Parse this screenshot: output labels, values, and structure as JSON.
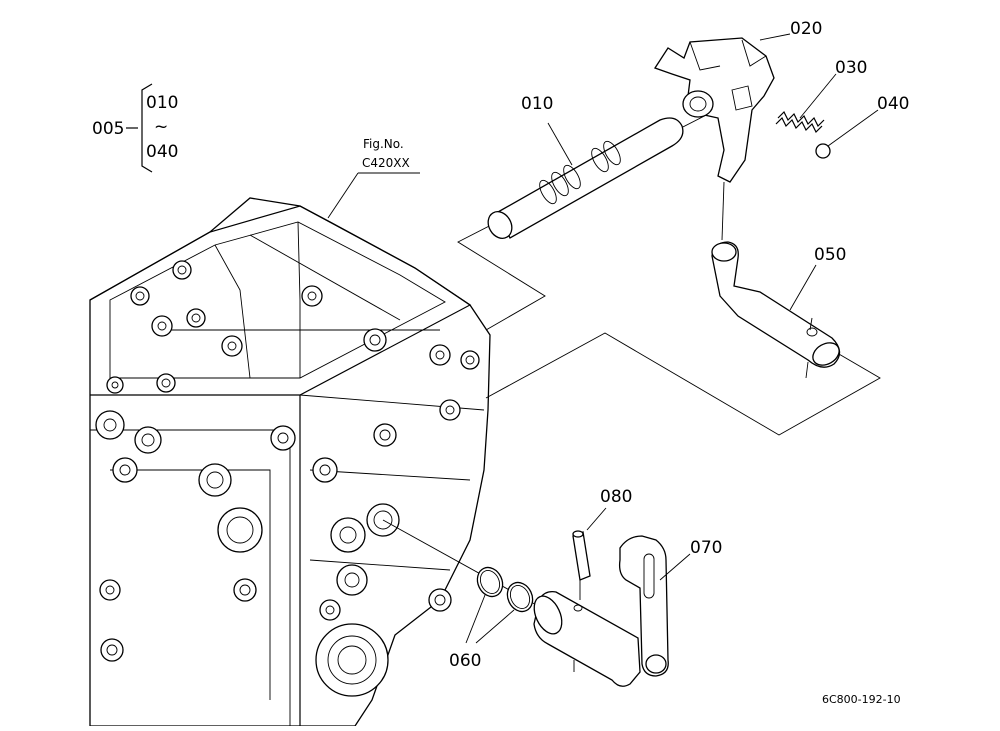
{
  "diagram": {
    "group_callout": {
      "label": "005",
      "range_start": "010",
      "range_sep": "~",
      "range_end": "040"
    },
    "figure_ref": {
      "line1": "Fig.No.",
      "line2": "C420XX"
    },
    "parts": {
      "p010": "010",
      "p020": "020",
      "p030": "030",
      "p040": "040",
      "p050": "050",
      "p060": "060",
      "p070": "070",
      "p080": "080"
    },
    "drawing_code": "6C800-192-10"
  }
}
